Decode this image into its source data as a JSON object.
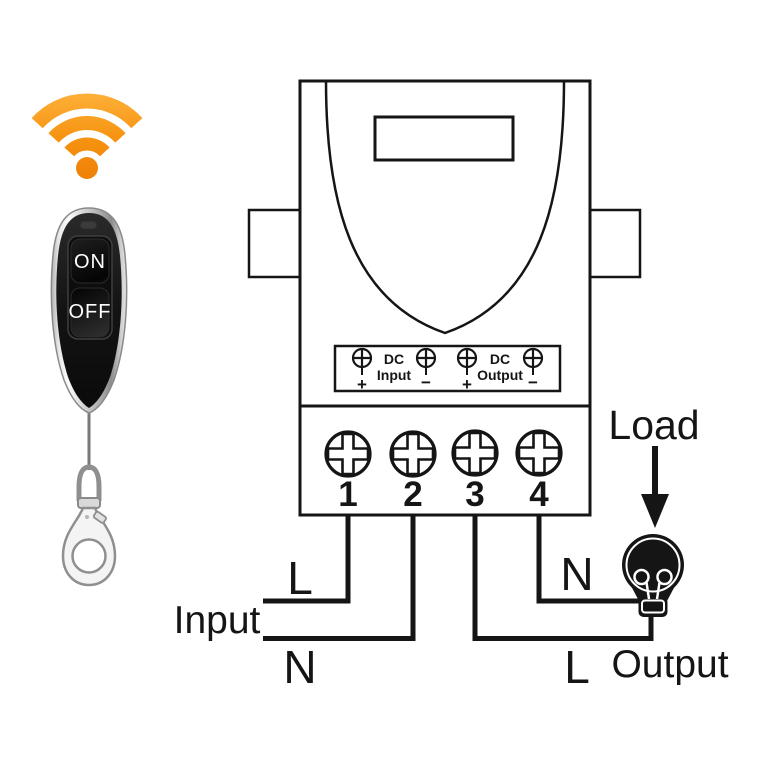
{
  "colors": {
    "wifi_orange": "#F7941E",
    "wifi_orange_light": "#FDA92A",
    "wifi_orange_dark": "#EE7F08",
    "line": "#151515"
  },
  "remote": {
    "on_label": "ON",
    "off_label": "OFF"
  },
  "module": {
    "dc_input": {
      "line1": "DC",
      "line2": "Input",
      "plus": "+",
      "minus": "−"
    },
    "dc_output": {
      "line1": "DC",
      "line2": "Output",
      "plus": "+",
      "minus": "−"
    },
    "terminals": [
      "1",
      "2",
      "3",
      "4"
    ]
  },
  "wiring": {
    "input_side": {
      "live": "L",
      "label": "Input",
      "neutral": "N"
    },
    "output_side": {
      "neutral": "N",
      "live": "L",
      "label": "Output"
    },
    "load": {
      "label": "Load"
    }
  }
}
